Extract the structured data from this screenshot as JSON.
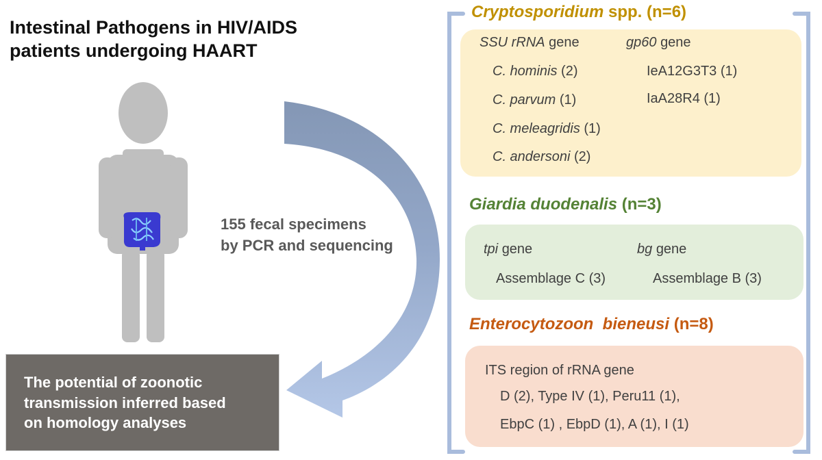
{
  "title": "Intestinal Pathogens in HIV/AIDS patients undergoing HAART",
  "method": {
    "line1": "155 fecal specimens",
    "line2": "by PCR and sequencing"
  },
  "conclusion": {
    "line1": "The potential of zoonotic",
    "line2": "transmission inferred based",
    "line3": "on homology analyses"
  },
  "colors": {
    "cryptosporidium": "#c09000",
    "giardia": "#548235",
    "enterocytozoon": "#c55a11",
    "bracket": "#a9bcdc",
    "arrow_dark": "#8497b5",
    "arrow_light": "#b4c7e7",
    "figure": "#bfbfbf",
    "intestine": "#3a3ad0"
  },
  "cryptosporidium": {
    "name": "Cryptosporidium",
    "suffix": "spp.",
    "count": "(n=6)",
    "gene1": {
      "name": "SSU rRNA",
      "suffix": "gene"
    },
    "gene2": {
      "name": "gp60",
      "suffix": "gene"
    },
    "species": [
      {
        "name": "C. hominis",
        "count": "(2)"
      },
      {
        "name": "C. parvum",
        "count": "(1)"
      },
      {
        "name": "C. meleagridis",
        "count": "(1)"
      },
      {
        "name": "C. andersoni",
        "count": "(2)"
      }
    ],
    "subtypes": [
      "IeA12G3T3 (1)",
      "IaA28R4 (1)"
    ]
  },
  "giardia": {
    "name": "Giardia duodenalis",
    "count": "(n=3)",
    "gene1": {
      "name": "tpi",
      "suffix": "gene"
    },
    "gene2": {
      "name": "bg",
      "suffix": "gene"
    },
    "result1": "Assemblage C (3)",
    "result2": "Assemblage B (3)"
  },
  "enterocytozoon": {
    "name": "Enterocytozoon  bieneusi",
    "count": "(n=8)",
    "region": "ITS region of rRNA gene",
    "line1": "D (2), Type IV (1), Peru11 (1),",
    "line2": "EbpC (1) , EbpD (1), A (1), I (1)"
  }
}
